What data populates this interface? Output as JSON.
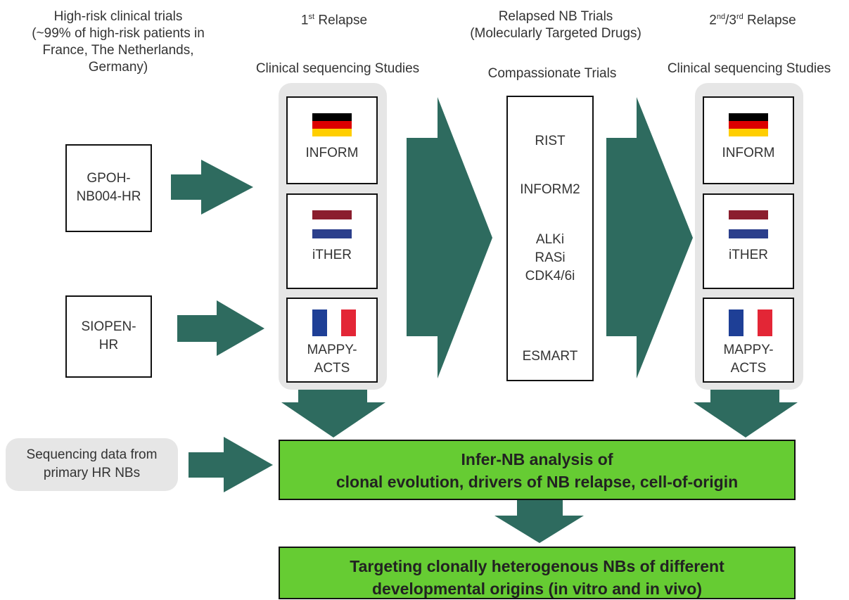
{
  "headers": {
    "col1": [
      "High-risk clinical trials",
      "(~99% of high-risk patients in",
      "France, The Netherlands,",
      "Germany)"
    ],
    "col2_prefix": "1",
    "col2_sup": "st",
    "col2_suffix": " Relapse",
    "col2_sub": "Clinical sequencing Studies",
    "col3": [
      "Relapsed NB Trials",
      "(Molecularly Targeted Drugs)"
    ],
    "col3_sub": "Compassionate Trials",
    "col4_a": "2",
    "col4_sup_a": "nd",
    "col4_mid": "/3",
    "col4_sup_b": "rd",
    "col4_suffix": " Relapse",
    "col4_sub": "Clinical sequencing Studies"
  },
  "trials": {
    "gpoh": [
      "GPOH-",
      "NB004-HR"
    ],
    "siopen": [
      "SIOPEN-",
      "HR"
    ]
  },
  "studies": {
    "inform": "INFORM",
    "ither": "iTHER",
    "mappy": [
      "MAPPY-",
      "ACTS"
    ]
  },
  "compassionate": {
    "rist": "RIST",
    "inform2": "INFORM2",
    "drugs": [
      "ALKi",
      "RASi",
      "CDK4/6i"
    ],
    "esmart": "ESMART"
  },
  "seqdata": [
    "Sequencing data from",
    "primary HR NBs"
  ],
  "infer": [
    "Infer-NB analysis of",
    "clonal evolution, drivers of NB relapse, cell-of-origin"
  ],
  "targeting": [
    "Targeting clonally heterogenous NBs of different",
    "developmental origins (in vitro and in vivo)"
  ],
  "colors": {
    "arrow": "#2e6b5f",
    "green_box": "#66cc33",
    "gray_bg": "#e6e6e6",
    "flag_de": [
      "#000000",
      "#dd0000",
      "#ffce00"
    ],
    "flag_nl": [
      "#8b1e2e",
      "#ffffff",
      "#2b3f8c"
    ],
    "flag_fr": [
      "#1e3f96",
      "#ffffff",
      "#e32636"
    ]
  }
}
